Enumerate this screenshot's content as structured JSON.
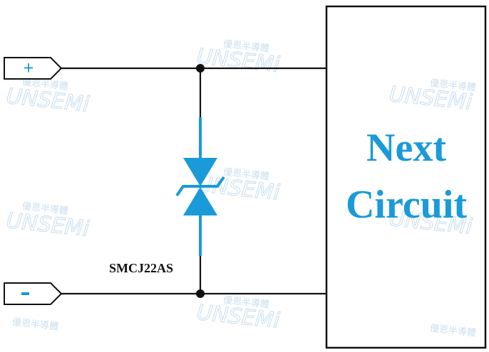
{
  "terminals": {
    "positive_label": "+",
    "negative_label": "-"
  },
  "component": {
    "part_number": "SMCJ22AS",
    "symbol": "bidirectional-tvs-diode"
  },
  "block": {
    "line1": "Next",
    "line2": "Circuit"
  },
  "watermark": {
    "brand_text": "優恩半導體",
    "logo_text": "UNSEMi"
  },
  "colors": {
    "wire": "#111111",
    "accent": "#1a9ad8",
    "watermark": "#c9dff0"
  }
}
